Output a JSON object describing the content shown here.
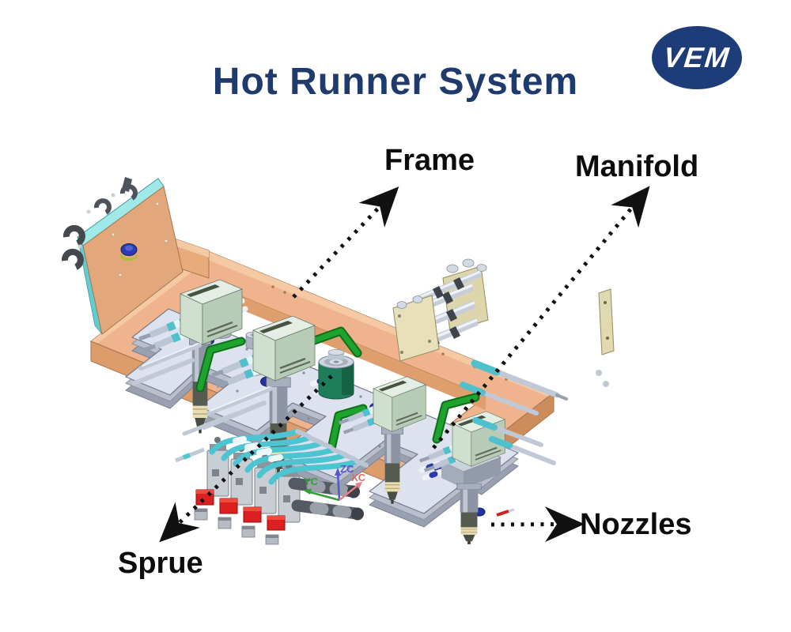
{
  "title": "Hot Runner System",
  "logo": {
    "text": "VEM"
  },
  "labels": {
    "frame": "Frame",
    "manifold": "Manifold",
    "nozzles": "Nozzles",
    "sprue": "Sprue"
  },
  "axis_triad": {
    "z": "ZC",
    "x": "XC",
    "y": "YC"
  },
  "palette": {
    "title_navy": "#1f3a6d",
    "logo_navy": "#1d3c78",
    "label_black": "#0c0c0c",
    "frame_orange": "#efb48d",
    "clamp_plate_cyan": "#9fe9e9",
    "manifold_gray": "#dde2ee",
    "junction_box_mint": "#dceadc",
    "handle_green": "#1ea32e",
    "hose_cyan": "#4cc4d2",
    "valve_red": "#dc1f1f",
    "sprue_bushing_green": "#1e7e5c",
    "axis_z_blue": "#5558c8",
    "axis_x_red": "#e06a6a",
    "axis_y_green": "#35a035"
  }
}
